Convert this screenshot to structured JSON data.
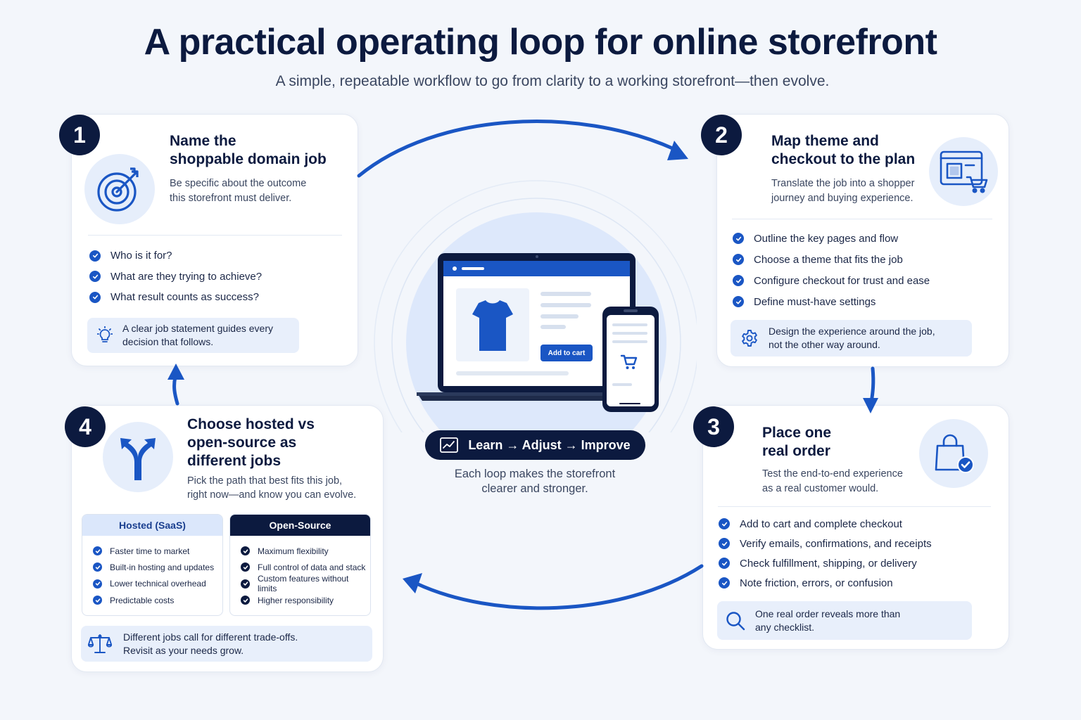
{
  "header": {
    "title": "A practical operating loop for online storefront",
    "subtitle": "A simple, repeatable workflow to go from clarity to a working storefront—then evolve."
  },
  "colors": {
    "navy": "#0c1a3f",
    "blue": "#1a56c4",
    "light_blue": "#e6eefb",
    "background": "#f3f6fb"
  },
  "steps": [
    {
      "number": "1",
      "title_line1": "Name the",
      "title_line2": "shoppable domain job",
      "desc_line1": "Be specific about the outcome",
      "desc_line2": "this storefront must deliver.",
      "icon": "target-icon",
      "items": [
        "Who is it for?",
        "What are they trying to achieve?",
        "What result counts as success?"
      ],
      "tip_line1": "A clear job statement guides every",
      "tip_line2": "decision that follows.",
      "tip_icon": "lightbulb-icon"
    },
    {
      "number": "2",
      "title_line1": "Map theme and",
      "title_line2": "checkout to the plan",
      "desc_line1": "Translate the job into a shopper",
      "desc_line2": "journey and buying experience.",
      "icon": "theme-cart-icon",
      "items": [
        "Outline the key pages and flow",
        "Choose a theme that fits the job",
        "Configure checkout for trust and ease",
        "Define must-have settings"
      ],
      "tip_line1": "Design the experience around the job,",
      "tip_line2": "not the other way around.",
      "tip_icon": "gear-icon"
    },
    {
      "number": "3",
      "title_line1": "Place one",
      "title_line2": "real order",
      "desc_line1": "Test the end-to-end experience",
      "desc_line2": "as a real customer would.",
      "icon": "shopping-bag-check-icon",
      "items": [
        "Add to cart and complete checkout",
        "Verify emails, confirmations, and receipts",
        "Check fulfillment, shipping, or delivery",
        "Note friction, errors, or confusion"
      ],
      "tip_line1": "One real order reveals more than",
      "tip_line2": "any checklist.",
      "tip_icon": "search-icon"
    },
    {
      "number": "4",
      "title_line1": "Choose hosted vs",
      "title_line2": "open-source as",
      "title_line3": "different jobs",
      "desc_line1": "Pick the path that best fits this job,",
      "desc_line2": "right now—and know you can evolve.",
      "icon": "fork-arrow-icon",
      "hosted": {
        "title": "Hosted (SaaS)",
        "items": [
          "Faster time to market",
          "Built-in hosting and updates",
          "Lower technical overhead",
          "Predictable costs"
        ]
      },
      "open_source": {
        "title": "Open-Source",
        "items": [
          "Maximum flexibility",
          "Full control of data and stack",
          "Custom features without limits",
          "Higher responsibility"
        ]
      },
      "tip_line1": "Different jobs call for different trade-offs.",
      "tip_line2": "Revisit as your needs grow.",
      "tip_icon": "scale-icon"
    }
  ],
  "center": {
    "add_to_cart": "Add to cart",
    "pill_label": "Learn → Adjust → Improve",
    "caption_line1": "Each loop makes the storefront",
    "caption_line2": "clearer and stronger."
  }
}
